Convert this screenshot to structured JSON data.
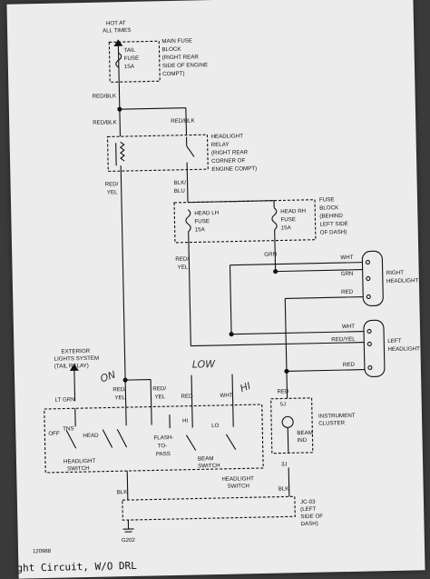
{
  "labels": {
    "hot_at_all_times": [
      "HOT AT",
      "ALL TIMES"
    ],
    "tail_fuse": [
      "TAIL",
      "FUSE",
      "15A"
    ],
    "main_fuse_block": [
      "MAIN FUSE",
      "BLOCK",
      "(RIGHT REAR",
      "SIDE OF ENGINE",
      "COMPT)"
    ],
    "red_blk_1": "RED/BLK",
    "red_blk_2": "RED/BLK",
    "red_blk_3": "RED/BLK",
    "headlight_relay": [
      "HEADLIGHT",
      "RELAY",
      "(RIGHT REAR",
      "CORNER OF",
      "ENGINE COMPT)"
    ],
    "red_yel_1": [
      "RED/",
      "YEL"
    ],
    "blk_blu": [
      "BLK/",
      "BLU"
    ],
    "head_lh_fuse": [
      "HEAD LH",
      "FUSE",
      "15A"
    ],
    "head_rh_fuse": [
      "HEAD RH",
      "FUSE",
      "15A"
    ],
    "fuse_block": [
      "FUSE",
      "BLOCK",
      "(BEHIND",
      "LEFT SIDE",
      "OF DASH)"
    ],
    "red_yel_2": [
      "RED/",
      "YEL"
    ],
    "grn_vertical": "GRN",
    "right_wires": [
      "WHT",
      "GRN",
      "RED"
    ],
    "right_headlight": [
      "RIGHT",
      "HEADLIGHT"
    ],
    "left_wires": [
      "WHT",
      "RED/YEL",
      "RED"
    ],
    "left_headlight": [
      "LEFT",
      "HEADLIGHT"
    ],
    "exterior_lights": [
      "EXTERIOR",
      "LIGHTS SYSTEM",
      "(TAIL RELAY)"
    ],
    "lt_grn": "LT GRN",
    "red_yel_3": [
      "RED/",
      "YEL"
    ],
    "red_yel_4": [
      "RED/",
      "YEL"
    ],
    "red_bot": "RED",
    "wht_bot": "WHT",
    "red_ic": "RED",
    "switch_labels": [
      "OFF",
      "TNS",
      "HEAD",
      "HI",
      "LO",
      "FLASH-",
      "TO-",
      "PASS"
    ],
    "headlight_switch": [
      "HEADLIGHT",
      "SWITCH"
    ],
    "beam_switch": [
      "BEAM",
      "SWITCH"
    ],
    "headlight_switch_2": [
      "HEADLIGHT",
      "SWITCH"
    ],
    "instrument_cluster": [
      "INSTRUMENT",
      "CLUSTER"
    ],
    "beam_ind": [
      "BEAM",
      "IND"
    ],
    "pin_5j": "5J",
    "pin_3j": "3J",
    "blk_1": "BLK",
    "blk_2": "BLK",
    "jc03": [
      "JC-03",
      "(LEFT",
      "SIDE OF",
      "DASH)"
    ],
    "g202": "G202",
    "figure_number": "120988",
    "caption": "ght Circuit, W/O DRL"
  },
  "handwriting": {
    "on": "ON",
    "low": "LOW",
    "high": "HI"
  }
}
